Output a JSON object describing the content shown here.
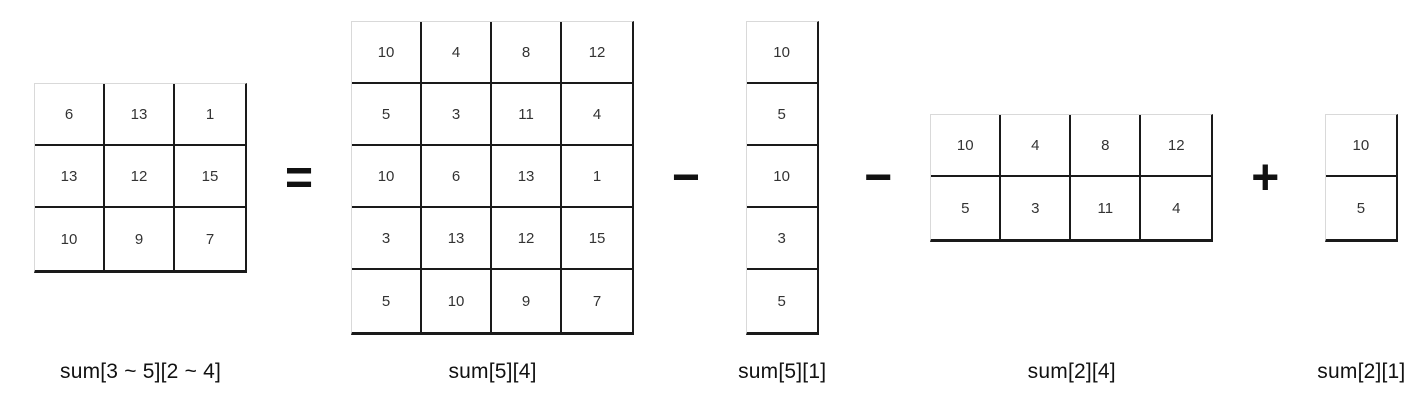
{
  "figure": {
    "description_colors": {
      "background": "#ffffff",
      "grid_inner_line": "#1a1a1a",
      "grid_outer_light_edge": "#d9d9d9",
      "number_text": "#333333",
      "label_text": "#111111",
      "operator": "#111111"
    },
    "grids": [
      {
        "label": "sum[3 ~ 5][2 ~ 4]",
        "cells": [
          [
            6,
            13,
            1
          ],
          [
            13,
            12,
            15
          ],
          [
            10,
            9,
            7
          ]
        ]
      },
      {
        "label": "sum[5][4]",
        "cells": [
          [
            10,
            4,
            8,
            12
          ],
          [
            5,
            3,
            11,
            4
          ],
          [
            10,
            6,
            13,
            1
          ],
          [
            3,
            13,
            12,
            15
          ],
          [
            5,
            10,
            9,
            7
          ]
        ]
      },
      {
        "label": "sum[5][1]",
        "cells": [
          [
            10
          ],
          [
            5
          ],
          [
            10
          ],
          [
            3
          ],
          [
            5
          ]
        ]
      },
      {
        "label": "sum[2][4]",
        "cells": [
          [
            10,
            4,
            8,
            12
          ],
          [
            5,
            3,
            11,
            4
          ]
        ]
      },
      {
        "label": "sum[2][1]",
        "cells": [
          [
            10
          ],
          [
            5
          ]
        ]
      }
    ],
    "operators": [
      "=",
      "−",
      "−",
      "+"
    ]
  }
}
